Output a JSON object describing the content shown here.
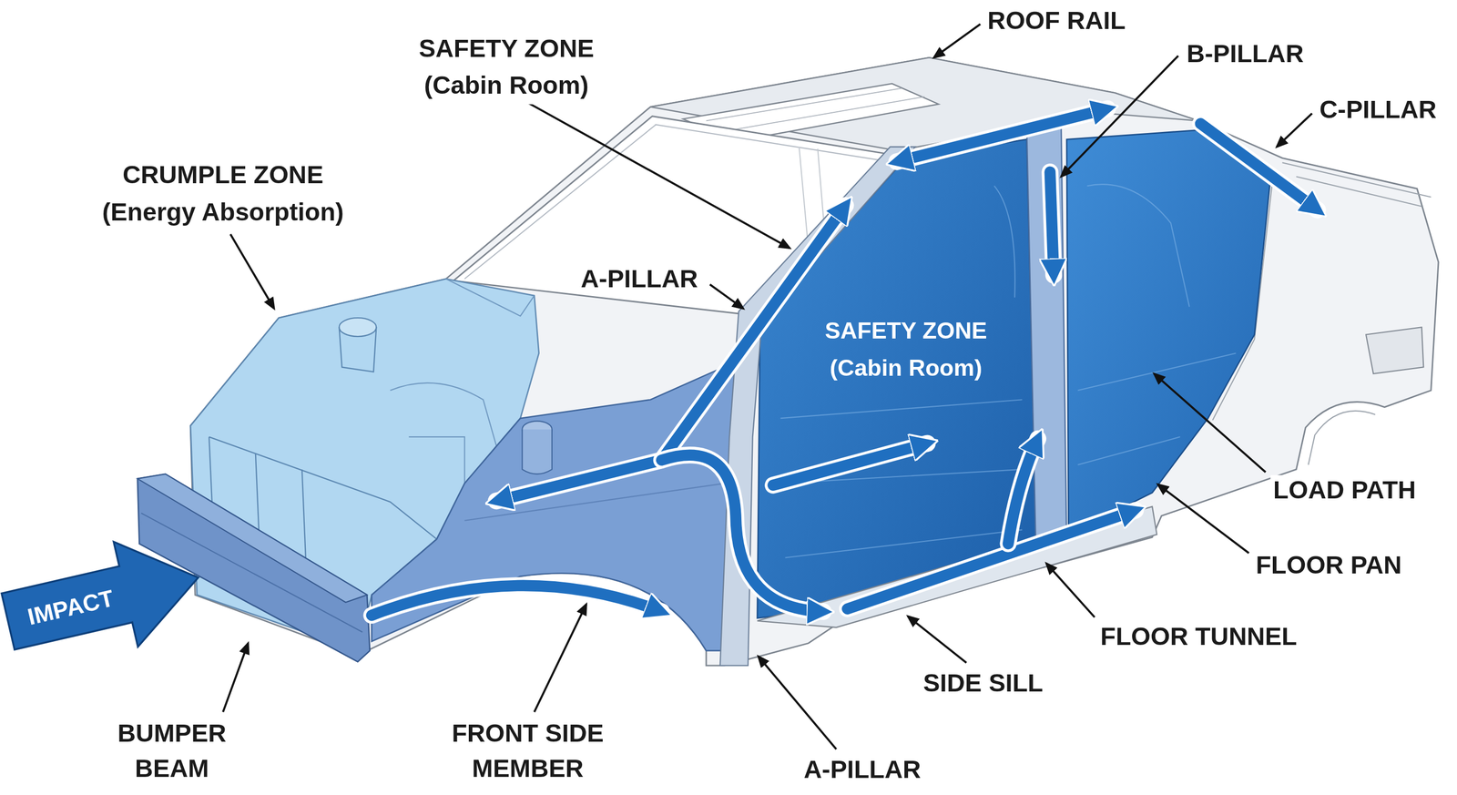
{
  "diagram": {
    "nodes": [
      {
        "text": [
          "IMPACT"
        ]
      }
    ],
    "labels": [
      "SAFETY ZONE (Cabin Room)",
      "ROOF RAIL",
      "B-PILLAR",
      "C-PILLAR",
      "CRUMPLE ZONE (Energy Absorption)",
      "A-PILLAR",
      "SAFETY ZONE (Cabin Room)",
      "LOAD PATH",
      "FLOOR PAN",
      "FLOOR TUNNEL",
      "SIDE SILL",
      "BUMPER BEAM",
      "FRONT SIDE MEMBER",
      "A-PILLAR"
    ]
  }
}
